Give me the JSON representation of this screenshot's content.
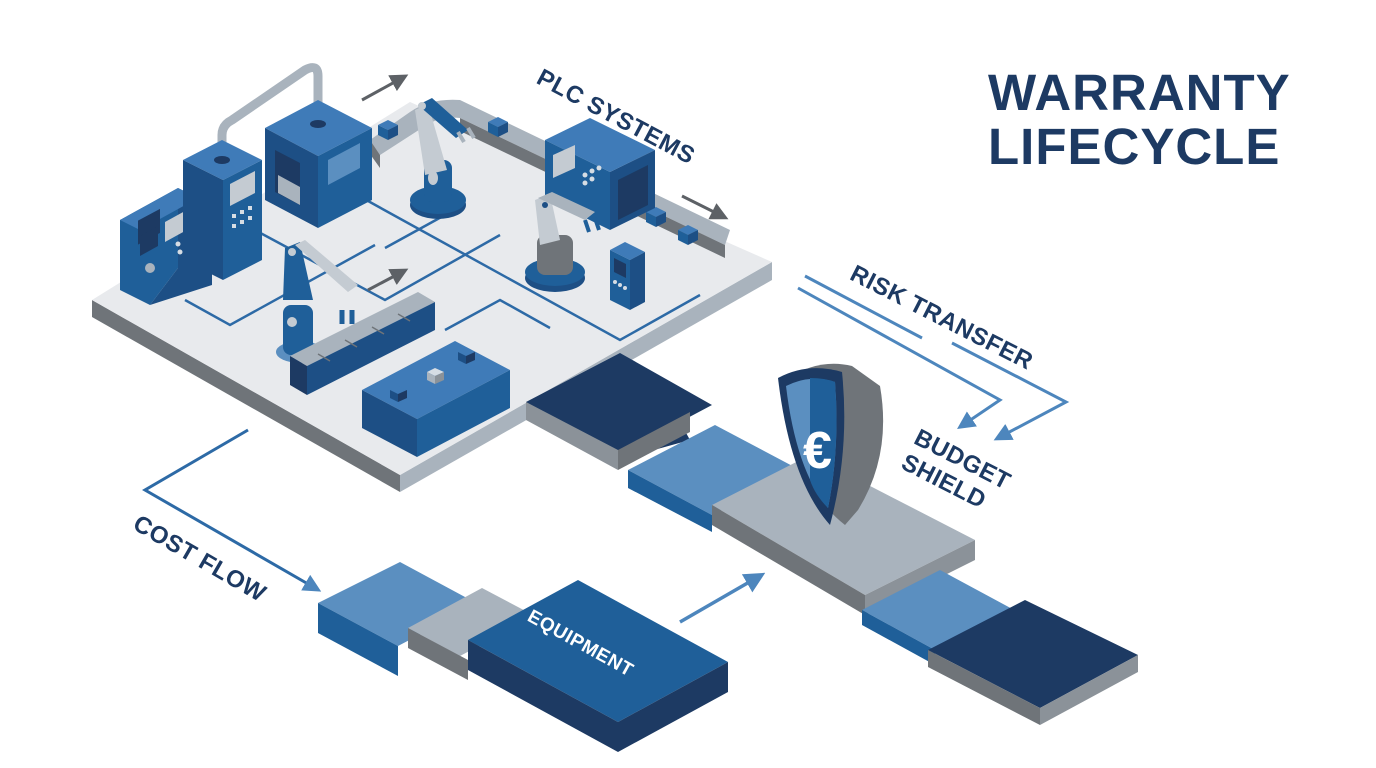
{
  "title": {
    "line1": "WARRANTY",
    "line2": "LIFECYCLE"
  },
  "labels": {
    "plc_systems": "PLC SYSTEMS",
    "risk_transfer": "RISK TRANSFER",
    "budget_shield_line1": "BUDGET",
    "budget_shield_line2": "SHIELD",
    "cost_flow": "COST FLOW",
    "equipment": "EQUIPMENT"
  },
  "icons": {
    "shield": "euro-shield-icon",
    "currency_symbol": "€"
  },
  "colors": {
    "navy": "#1d3a63",
    "blue": "#1f5f99",
    "mid_blue": "#5b8fc0",
    "light_gray": "#e8eaed",
    "gray": "#a9b3bd",
    "dark_gray": "#6f7479",
    "accent_arrow": "#4d86bd"
  }
}
